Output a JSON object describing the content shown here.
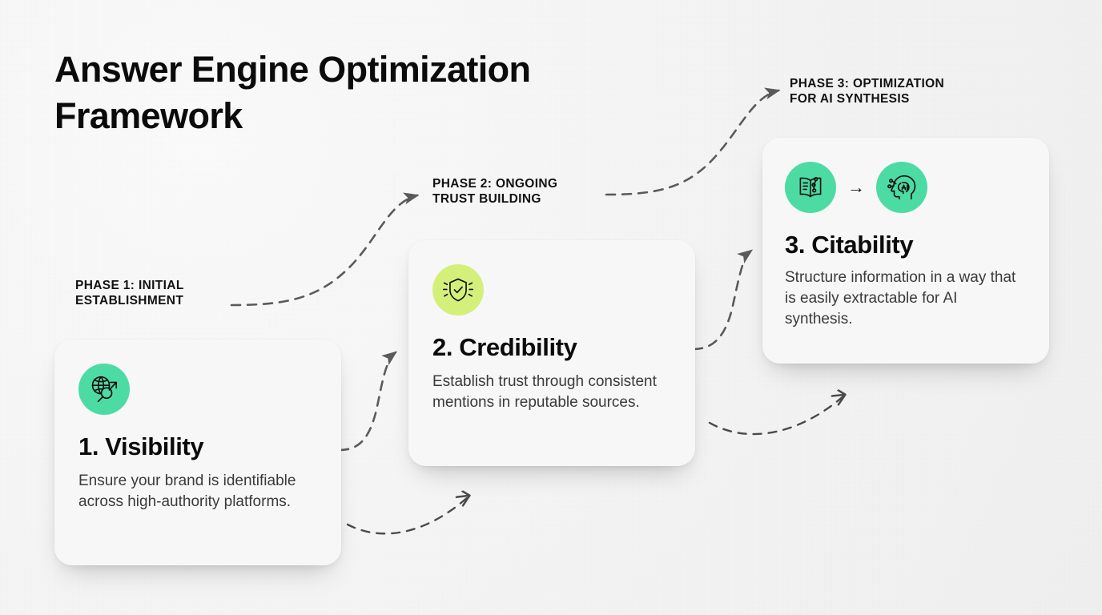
{
  "page": {
    "title": "Answer Engine Optimization Framework",
    "background_color": "#f4f4f4",
    "card_color": "#f7f7f7",
    "connector_color": "#5a5a5a"
  },
  "phases": [
    {
      "label": "PHASE 1: INITIAL\nESTABLISHMENT"
    },
    {
      "label": "PHASE 2: ONGOING\nTRUST BUILDING"
    },
    {
      "label": "PHASE 3: OPTIMIZATION\nFOR AI SYNTHESIS"
    }
  ],
  "cards": [
    {
      "title": "1. Visibility",
      "description": "Ensure your brand is identifiable across high-authority platforms.",
      "badge_color": "#4ddba4",
      "icons": [
        "globe-magnifier-growth-icon"
      ]
    },
    {
      "title": "2. Credibility",
      "description": "Establish trust through consistent mentions in reputable sources.",
      "badge_color": "#d4f07a",
      "icons": [
        "shield-check-icon"
      ]
    },
    {
      "title": "3. Citability",
      "description": "Structure information in a way that is easily extractable for AI synthesis.",
      "badge_color": "#4ddba4",
      "icons": [
        "open-book-icon",
        "arrow-right-glyph",
        "ai-brain-head-icon"
      ],
      "icon_arrow": "→"
    }
  ],
  "connectors": [
    {
      "name": "phase1-to-phase2-label",
      "style": "dashed-curve",
      "arrowhead": "solid"
    },
    {
      "name": "phase2-to-phase3-label",
      "style": "dashed-curve",
      "arrowhead": "solid"
    },
    {
      "name": "card1-to-card2",
      "style": "dashed-curve",
      "arrowhead": "solid"
    },
    {
      "name": "card2-to-card3",
      "style": "dashed-curve",
      "arrowhead": "solid"
    },
    {
      "name": "lower-arc-left",
      "style": "dashed-arc",
      "arrowhead": "open"
    },
    {
      "name": "lower-arc-right",
      "style": "dashed-arc",
      "arrowhead": "open"
    }
  ]
}
